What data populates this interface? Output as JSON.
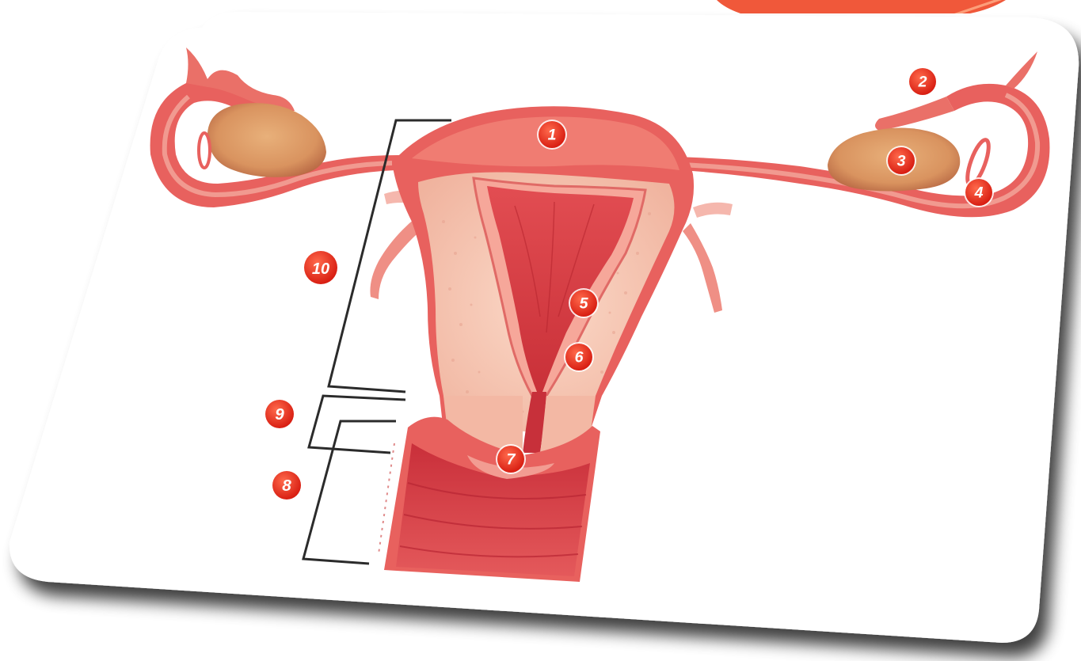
{
  "colors": {
    "card": "#ffffff",
    "shadow": "#6e6e6e",
    "accent_tab": "#f0583a",
    "tissue_outer": "#e8615e",
    "tissue_light": "#f19a90",
    "tissue_inner": "#d94a4f",
    "myometrium": "#f6c6b4",
    "ovary": "#d9935f",
    "marker_fill": "#e8291c",
    "bracket": "#2b2b2b"
  },
  "markers": [
    {
      "id": "m1",
      "label": "1"
    },
    {
      "id": "m2",
      "label": "2"
    },
    {
      "id": "m3",
      "label": "3"
    },
    {
      "id": "m4",
      "label": "4"
    },
    {
      "id": "m5",
      "label": "5"
    },
    {
      "id": "m6",
      "label": "6"
    },
    {
      "id": "m7",
      "label": "7"
    },
    {
      "id": "m8",
      "label": "8"
    },
    {
      "id": "m9",
      "label": "9"
    },
    {
      "id": "m10",
      "label": "10"
    }
  ]
}
